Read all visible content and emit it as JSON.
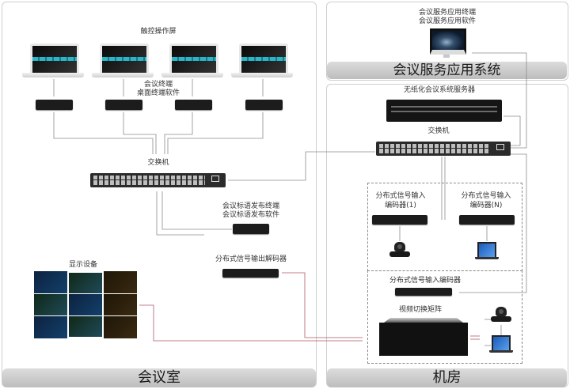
{
  "sections": {
    "meeting_room": "会议室",
    "server_room": "机房",
    "service_system": "会议服务应用系统"
  },
  "meeting_room": {
    "touch_screens_label": "触控操作屏",
    "terminal_label_line1": "会议终端",
    "terminal_label_line2": "桌面终端软件",
    "switch_label": "交换机",
    "signage_label_line1": "会议标语发布终端",
    "signage_label_line2": "会议标语发布软件",
    "decoder_label": "分布式信号输出解码器",
    "display_label": "显示设备",
    "touch_screen_count": 4,
    "terminal_count": 4
  },
  "service_system": {
    "terminal_label_line1": "会议服务应用终端",
    "terminal_label_line2": "会议服务应用软件"
  },
  "server_room": {
    "server_label": "无纸化会议系统服务器",
    "switch_label": "交换机",
    "encoder1_label_line1": "分布式信号输入",
    "encoder1_label_line2": "编码器(1)",
    "encoderN_label_line1": "分布式信号输入",
    "encoderN_label_line2": "编码器(N)",
    "encoder_matrix_label": "分布式信号输入编码器",
    "matrix_label": "视频切换矩阵"
  },
  "colors": {
    "line_gray": "#8c8c8c",
    "line_red": "#b05a66",
    "bar_gray": "#c6c6c6"
  }
}
